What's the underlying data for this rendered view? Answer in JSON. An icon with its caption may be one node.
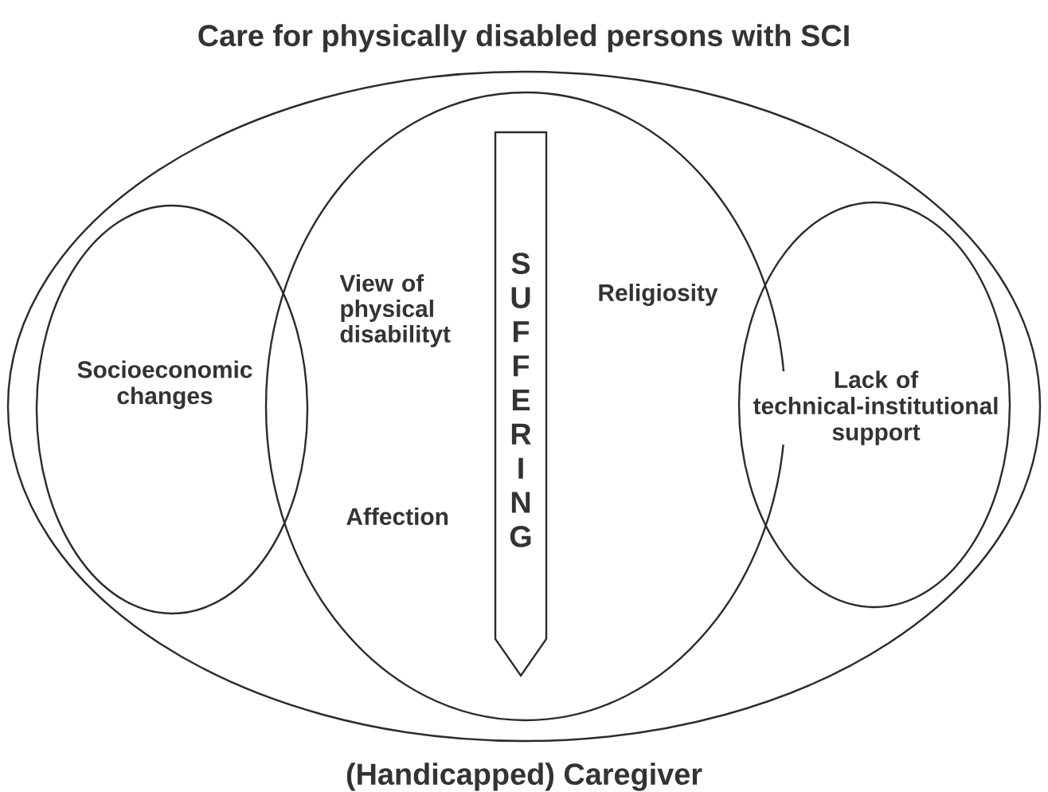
{
  "diagram": {
    "nodes": [
      {
        "text": [
          "Care for physically disabled persons with SCI",
          "(Handicapped) Caregiver"
        ]
      },
      {
        "text": [
          "Socioeconomic changes"
        ],
        "in": 0
      },
      {
        "text": [
          "View of physical disabilityt",
          "Religiosity",
          "Affection"
        ],
        "in": 0
      },
      {
        "text": [
          "SUFFERING"
        ],
        "in": 2
      },
      {
        "text": [
          "Lack of technical-institutional support"
        ],
        "in": 0
      }
    ]
  }
}
